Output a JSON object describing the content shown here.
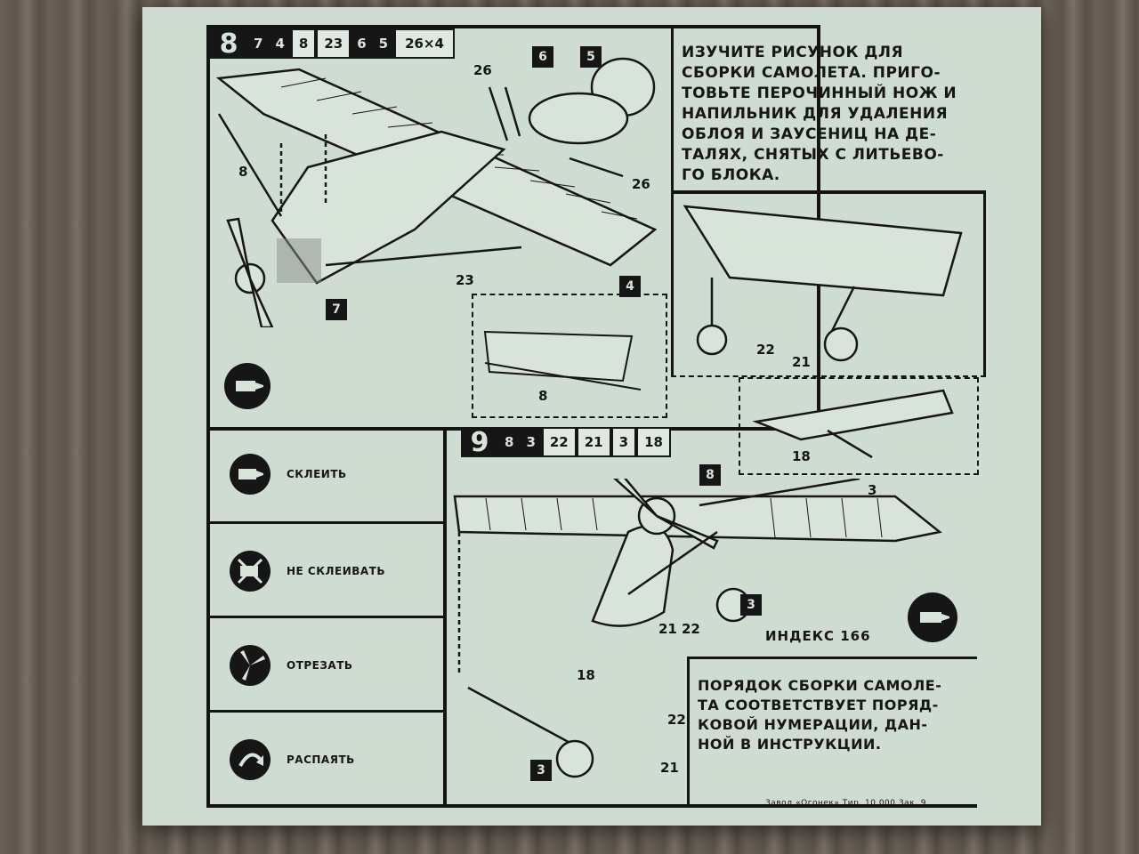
{
  "step8": {
    "number": "8",
    "parts": [
      "7",
      "4",
      "8",
      "23",
      "6",
      "5",
      "26×4"
    ],
    "labels": {
      "wing_strut": "8",
      "rear_strut": "26",
      "rear_strut_2": "26",
      "bottom_strut": "23",
      "propeller_tag": "7",
      "stab_tag_a": "6",
      "stab_tag_b": "5",
      "detail_tag": "4",
      "detail_strut": "8"
    }
  },
  "step9": {
    "number": "9",
    "parts": [
      "8",
      "3",
      "22",
      "21",
      "3",
      "18"
    ],
    "labels": {
      "tag_top": "8",
      "strut_top": "3",
      "wheel_tag": "3",
      "gear_a": "21",
      "gear_b": "22",
      "tail_skid": "18",
      "bottom_tag": "3",
      "bottom_22": "22",
      "bottom_21": "21",
      "detail_18": "18"
    }
  },
  "gear_detail": {
    "a": "22",
    "b": "21"
  },
  "instructions": {
    "study": "ИЗУЧИТЕ РИСУНОК ДЛЯ СБОРКИ САМОЛЕТА. ПРИГОТОВЬТЕ ПЕРОЧИННЫЙ НОЖ И НАПИЛЬНИК ДЛЯ УДАЛЕНИЯ ОБЛОЯ И ЗАУСЕНИЦ НА ДЕТАЛЯХ, СНЯТЫХ С ЛИТЬЕВОГО БЛОКА.",
    "study_lines": [
      "ИЗУЧИТЕ   РИСУНОК  ДЛЯ",
      "СБОРКИ САМОЛЕТА. ПРИГО-",
      "ТОВЬТЕ ПЕРОЧИННЫЙ НОЖ И",
      "НАПИЛЬНИК ДЛЯ УДАЛЕНИЯ",
      "ОБЛОЯ И ЗАУСЕНИЦ НА ДЕ-",
      "ТАЛЯХ,  СНЯТЫХ С ЛИТЬЕВО-",
      "ГО БЛОКА."
    ],
    "order_lines": [
      "ПОРЯДОК СБОРКИ САМОЛЕ-",
      "ТА  СООТВЕТСТВУЕТ  ПОРЯД-",
      "КОВОЙ  НУМЕРАЦИИ,  ДАН-",
      "НОЙ В ИНСТРУКЦИИ."
    ]
  },
  "legend": [
    {
      "label": "СКЛЕИТЬ",
      "icon": "glue-tube-icon"
    },
    {
      "label": "НЕ СКЛЕИВАТЬ",
      "icon": "no-glue-icon"
    },
    {
      "label": "ОТРЕЗАТЬ",
      "icon": "cut-icon"
    },
    {
      "label": "РАСПАЯТЬ",
      "icon": "solder-icon"
    }
  ],
  "index_label": "ИНДЕКС 166",
  "footer": "Завод «Огонек» Тир. 10 000 Зак. 9"
}
